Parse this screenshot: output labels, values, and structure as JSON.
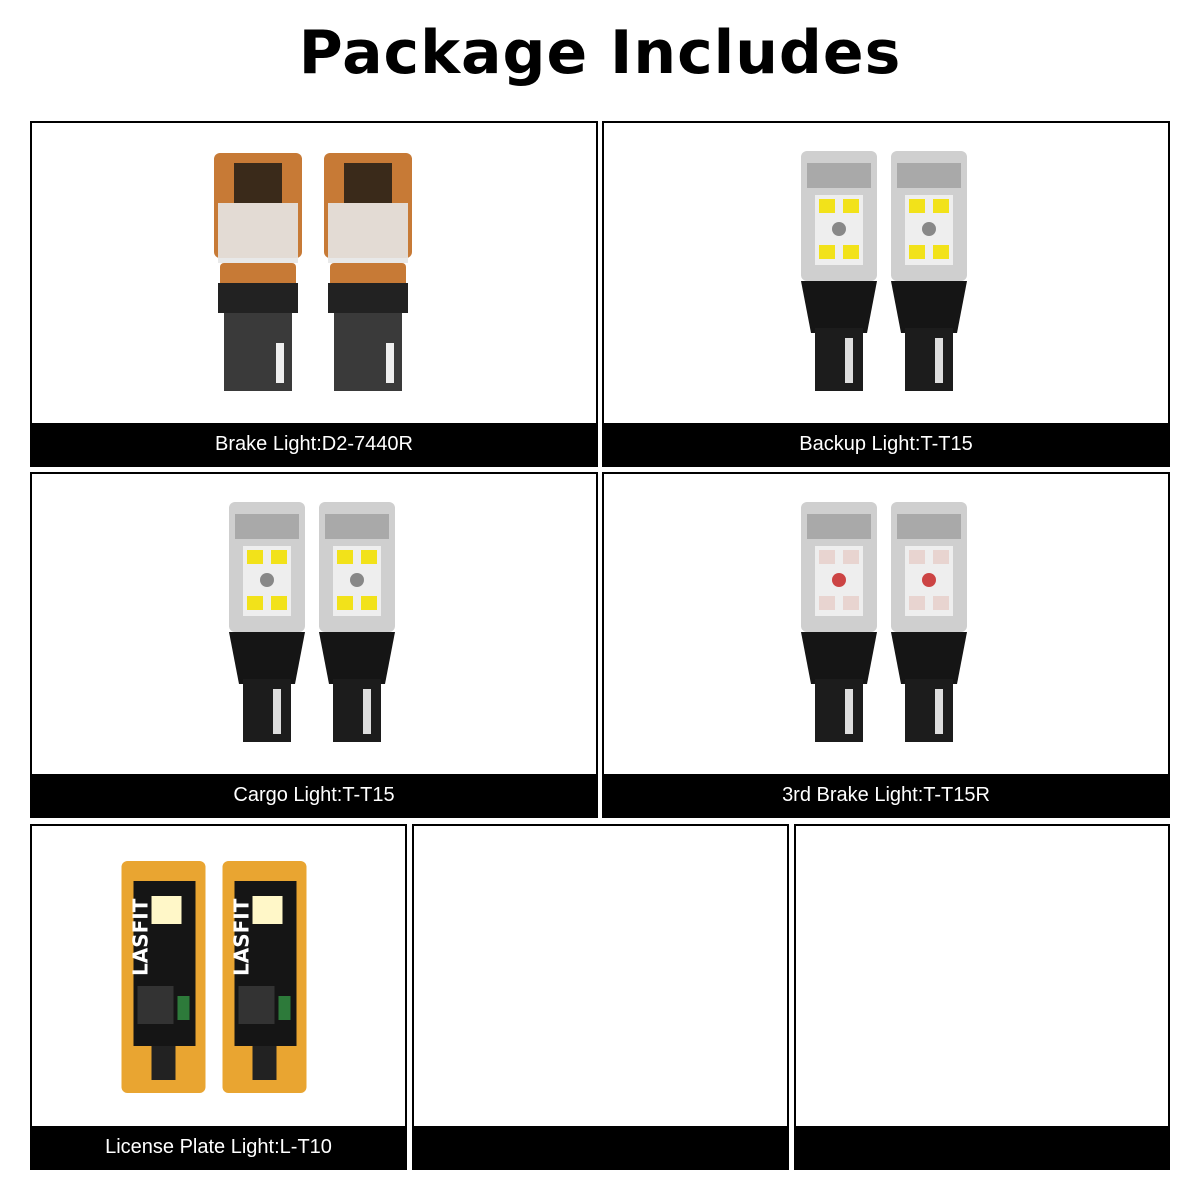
{
  "title": "Package Includes",
  "panels": [
    {
      "caption": "Brake Light:D2-7440R",
      "bulb": "7440-amber-housing",
      "color": "#c77a36"
    },
    {
      "caption": "Backup Light:T-T15",
      "bulb": "t15-white-led",
      "color": "#f2e21a"
    },
    {
      "caption": "Cargo Light:T-T15",
      "bulb": "t15-white-led",
      "color": "#f2e21a"
    },
    {
      "caption": "3rd Brake Light:T-T15R",
      "bulb": "t15-red-led",
      "color": "#e8d4d0"
    },
    {
      "caption": "License Plate Light:L-T10",
      "bulb": "t10-pcb",
      "color": "#e9a531",
      "logo": "LASFIT"
    },
    {
      "caption": "",
      "bulb": ""
    },
    {
      "caption": "",
      "bulb": ""
    }
  ]
}
